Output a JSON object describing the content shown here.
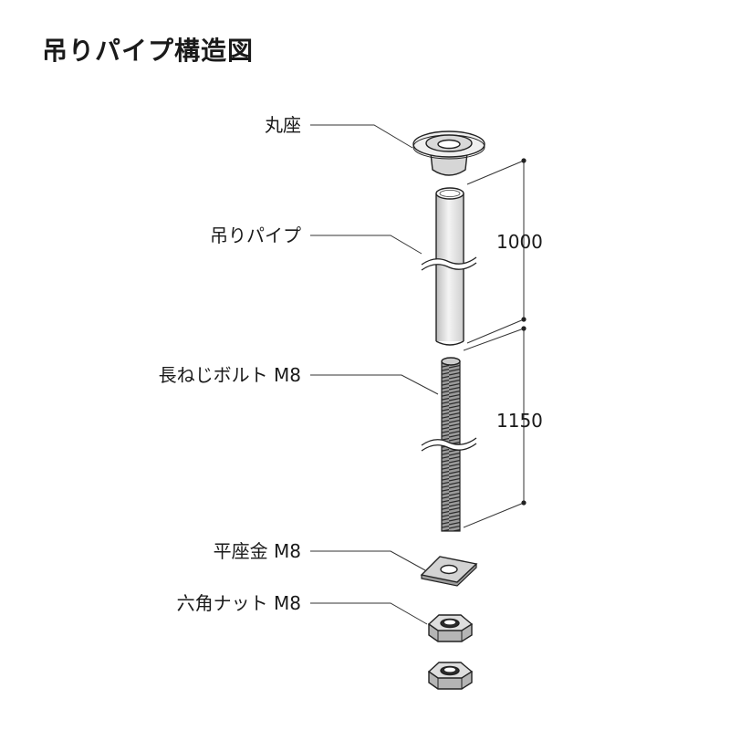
{
  "title": "吊りパイプ構造図",
  "labels": {
    "round_base": "丸座",
    "hanging_pipe": "吊りパイプ",
    "long_bolt": "長ねじボルト M8",
    "flat_washer": "平座金 M8",
    "hex_nut": "六角ナット M8"
  },
  "dimensions": {
    "pipe_length": "1000",
    "bolt_length": "1150"
  }
}
